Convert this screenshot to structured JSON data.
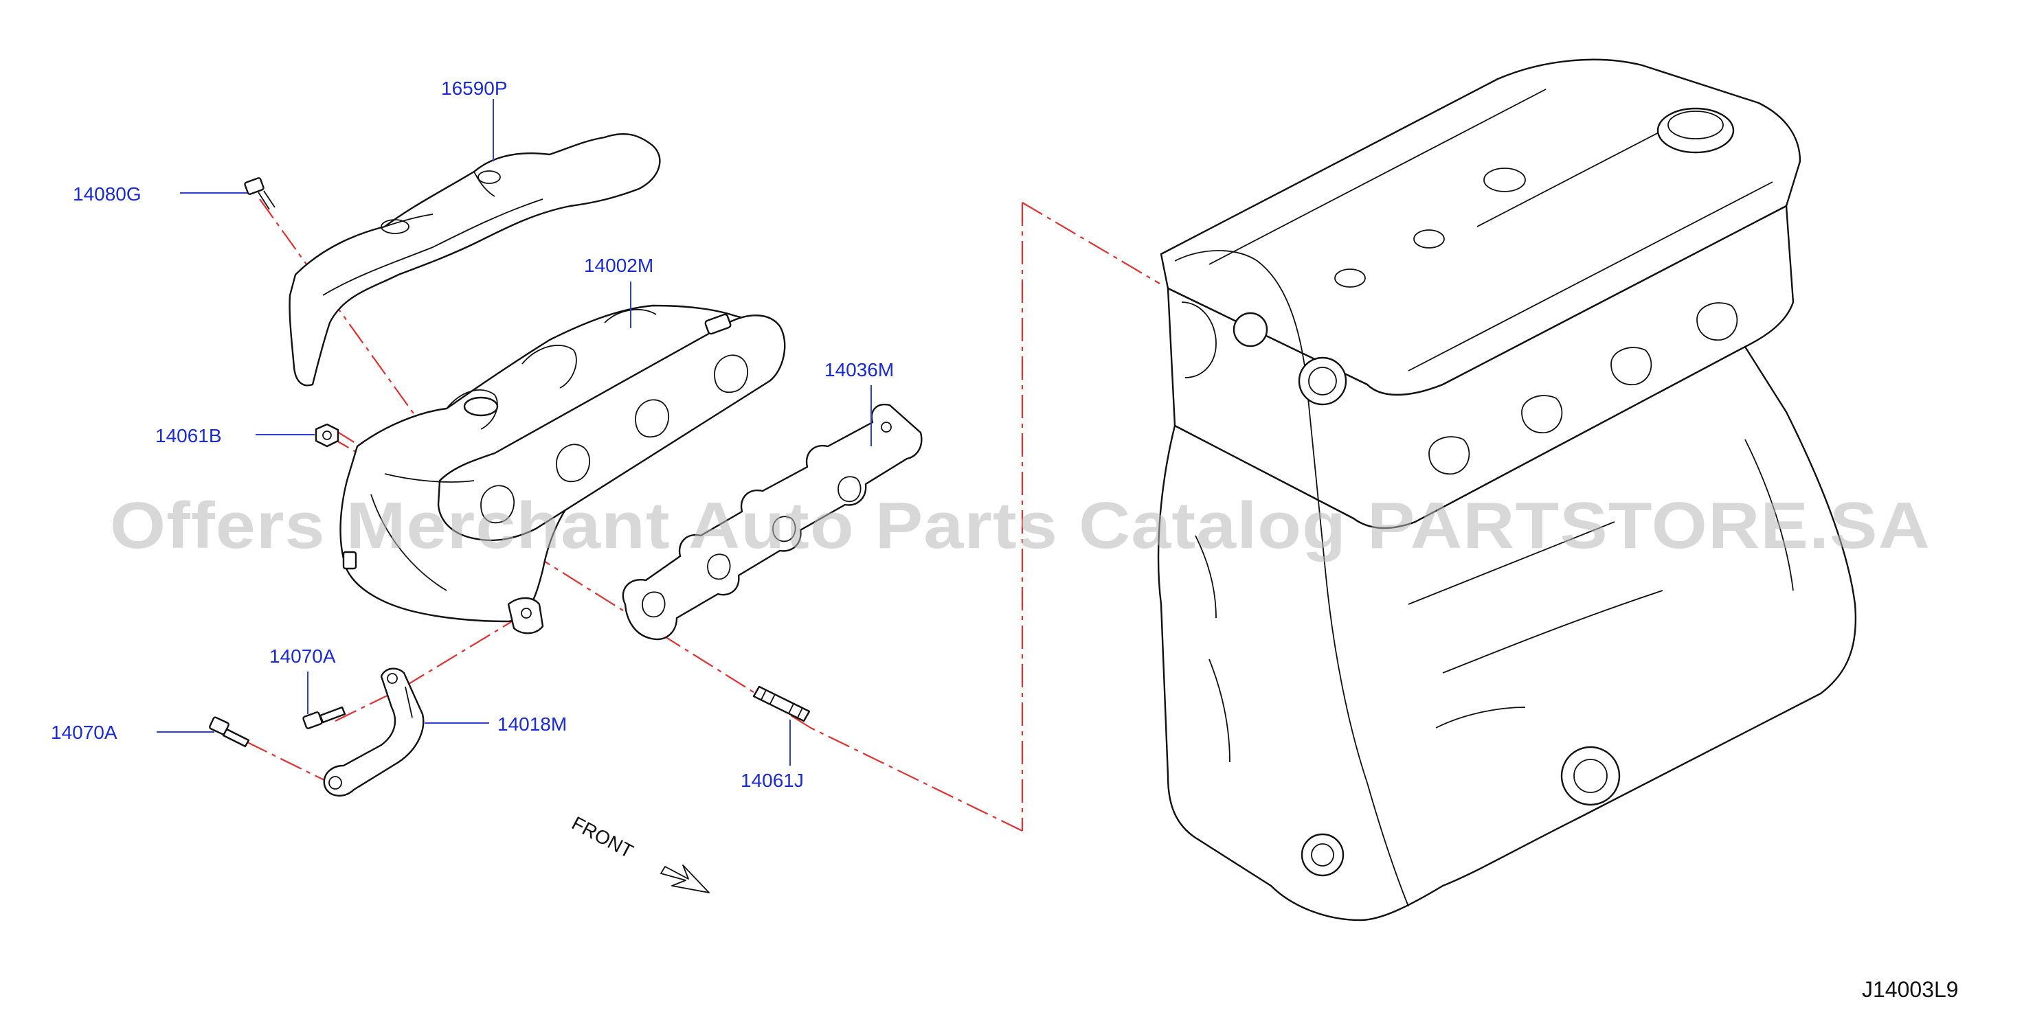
{
  "diagram": {
    "part_labels": {
      "heat_insulator": "16590P",
      "insulator_bolt": "14080G",
      "exhaust_manifold": "14002M",
      "manifold_gasket": "14036M",
      "manifold_nut": "14061B",
      "bracket_bolt_upper": "14070A",
      "bracket_bolt_lower": "14070A",
      "manifold_bracket": "14018M",
      "manifold_stud": "14061J"
    },
    "direction_label": "FRONT",
    "diagram_code": "J14003L9",
    "watermark": "Offers Merchant Auto Parts Catalog PARTSTORE.SA"
  },
  "colors": {
    "label": "#1a2bd6",
    "leader_line": "#2b3fd8",
    "phantom_line": "#e03030",
    "outline": "#111111",
    "watermark": "#b8b8b8",
    "background": "#ffffff"
  }
}
